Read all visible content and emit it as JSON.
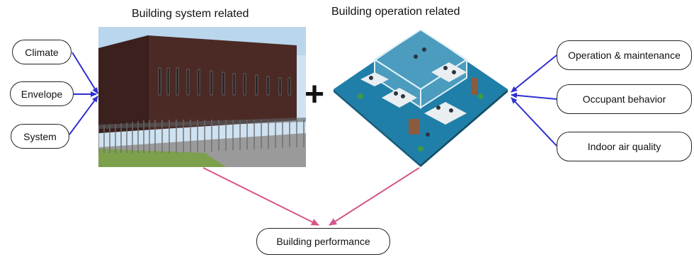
{
  "headings": {
    "system": "Building system related",
    "operation": "Building operation related"
  },
  "left_factors": [
    {
      "label": "Climate"
    },
    {
      "label": "Envelope"
    },
    {
      "label": "System"
    }
  ],
  "right_factors": [
    {
      "label": "Operation & maintenance"
    },
    {
      "label": "Occupant behavior"
    },
    {
      "label": "Indoor air quality"
    }
  ],
  "plus_symbol": "+",
  "output": {
    "label": "Building performance"
  },
  "colors": {
    "input_arrows": "#2e2fd1",
    "output_arrows": "#d6558b",
    "building_facade": "#4b2a26",
    "office_floor": "#1f7fa8"
  }
}
